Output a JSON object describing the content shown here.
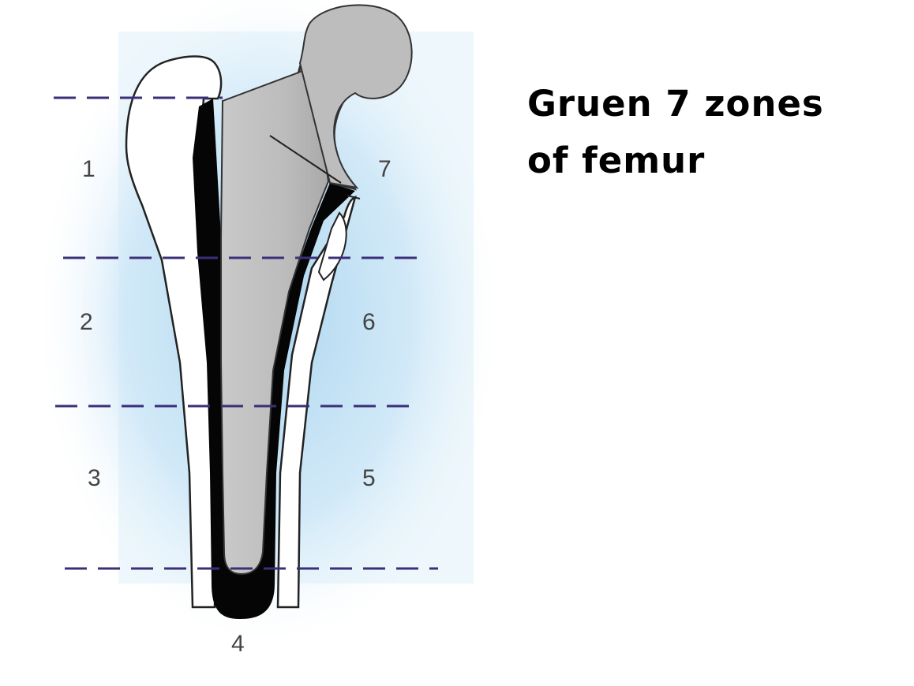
{
  "title": {
    "line1": "Gruen 7 zones",
    "line2": "of femur"
  },
  "zones": [
    "1",
    "2",
    "3",
    "4",
    "5",
    "6",
    "7"
  ],
  "colors": {
    "background_glow": "#bfe0f5",
    "bone": "#ffffff",
    "cement": "#000000",
    "implant": "#bdbdbd",
    "zone_divider": "#3b2f7a",
    "label_text": "#444444"
  }
}
